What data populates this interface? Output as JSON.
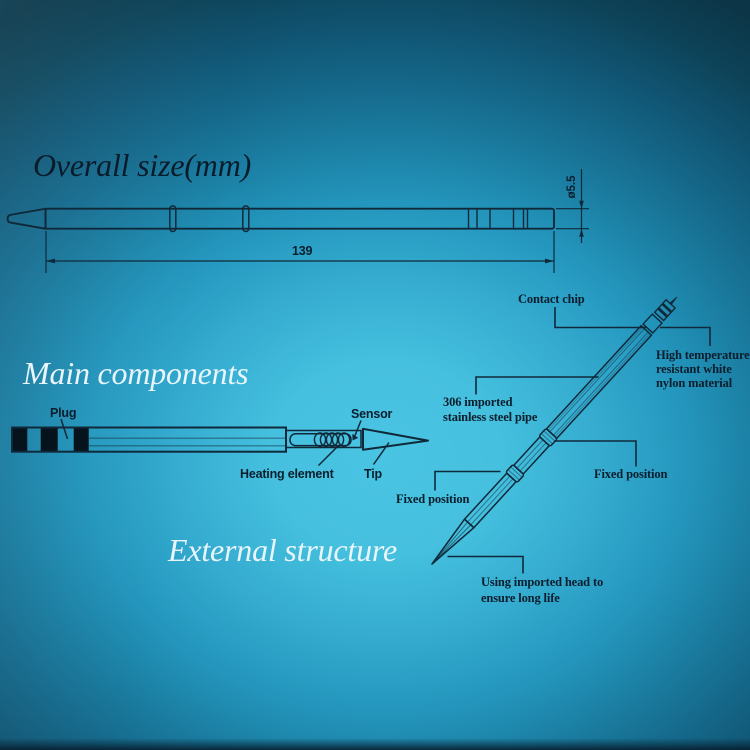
{
  "colors": {
    "ink": "#10293a",
    "ink-text": "#0b1e2d",
    "band": "#06131d",
    "bg-center": "#49c4e2",
    "bg-edge": "#0c3547",
    "title-dark": "#0a1c2b",
    "title-light": "#e9f5fa",
    "white-band": "#d9eff5"
  },
  "overall": {
    "title": "Overall size(mm)",
    "length": "139",
    "diameter": "ø5.5"
  },
  "components": {
    "title": "Main components",
    "plug": "Plug",
    "sensor": "Sensor",
    "heating_element": "Heating element",
    "tip": "Tip"
  },
  "external": {
    "title": "External structure",
    "contact_chip": "Contact chip",
    "nylon": [
      "High temperature",
      "resistant white",
      "nylon material"
    ],
    "pipe": [
      "306 imported",
      "stainless steel pipe"
    ],
    "fixed_right": "Fixed position",
    "fixed_left": "Fixed position",
    "head": [
      "Using imported head to",
      "ensure long life"
    ]
  }
}
